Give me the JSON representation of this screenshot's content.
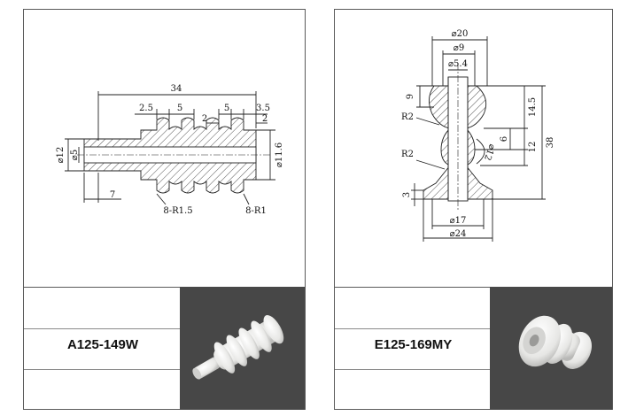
{
  "parts": [
    {
      "code": "A125-149W",
      "photo_icon": "ceramic-bobbin-photo",
      "dimensions": {
        "overall_length": "34",
        "step_a": "2.5",
        "pitch_a": "5",
        "gap_a": "2",
        "pitch_b": "5",
        "step_b": "3.5",
        "gap_b": "2",
        "outer_dia": "⌀12",
        "bore_dia": "⌀5",
        "groove_dia": "⌀11.6",
        "shank_len": "7",
        "radius_a": "8-R1.5",
        "radius_b": "8-R1"
      }
    },
    {
      "code": "E125-169MY",
      "photo_icon": "ceramic-spool-photo",
      "dimensions": {
        "top_dia": "⌀20",
        "neck_dia": "⌀9",
        "bore_dia": "⌀5.4",
        "top_h": "9",
        "r_upper": "R2",
        "r_lower": "R2",
        "h_upper": "14.5",
        "h_mid": "6",
        "h_mid2": "12",
        "h_total": "38",
        "angle_dim": "⌀12",
        "base_h": "3",
        "base_inner_dia": "⌀17",
        "base_dia": "⌀24"
      }
    }
  ],
  "colors": {
    "border": "#5a5a5a",
    "photo_bg": "#474747",
    "part": "#f4f4f2"
  }
}
